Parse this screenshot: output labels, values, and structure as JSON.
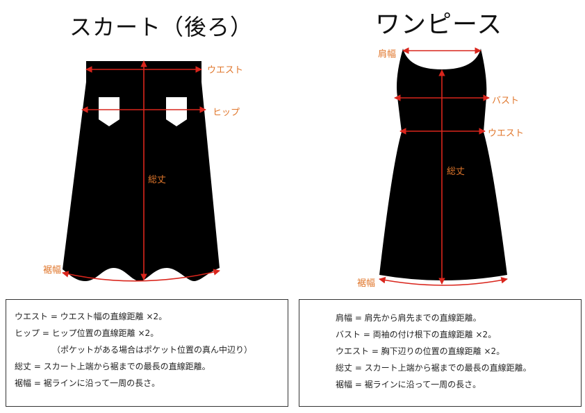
{
  "skirt": {
    "title": "スカート（後ろ）",
    "labels": {
      "waist": "ウエスト",
      "hip": "ヒップ",
      "length": "総丈",
      "hem": "裾幅"
    },
    "notes": [
      "ウエスト = ウエスト幅の直線距離 ×2。",
      "ヒップ = ヒップ位置の直線距離 ×2。",
      "（ポケットがある場合はポケット位置の真ん中辺り）",
      "総丈 = スカート上端から裾までの最長の直線距離。",
      "裾幅 = 裾ラインに沿って一周の長さ。"
    ]
  },
  "dress": {
    "title": "ワンピース",
    "labels": {
      "shoulder": "肩幅",
      "bust": "バスト",
      "waist": "ウエスト",
      "length": "総丈",
      "hem": "裾幅"
    },
    "notes": [
      "肩幅 = 肩先から肩先までの直線距離。",
      "バスト = 両袖の付け根下の直線距離 ×2。",
      "ウエスト = 胸下辺りの位置の直線距離 ×2。",
      "総丈 = スカート上端から裾までの最長の直線距離。",
      "裾幅 = 裾ラインに沿って一周の長さ。"
    ]
  },
  "colors": {
    "garment": "#000000",
    "arrow": "#d9251c",
    "label": "#e0762b"
  }
}
